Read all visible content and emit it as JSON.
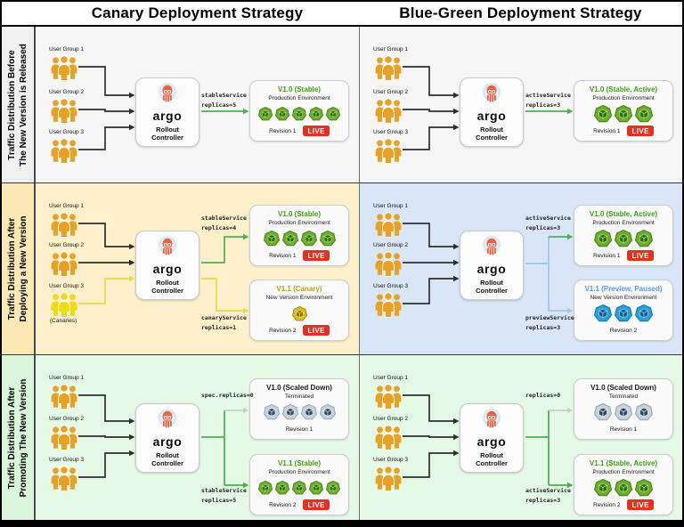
{
  "header": {
    "canary_title": "Canary Deployment Strategy",
    "bluegreen_title": "Blue-Green Deployment Strategy"
  },
  "colors": {
    "live_badge_bg": "#e5311f",
    "argo_orange": "#f0603e",
    "argo_halo_outer": "#d3e9f8",
    "argo_halo_inner": "#eaf5fc",
    "arrow_black": "#2e2e2e",
    "arrow_green": "#4caf50",
    "arrow_yellow": "#eed54e",
    "arrow_pale_blue": "#a3c4ea",
    "arrow_gray": "#c7d0c7"
  },
  "pod_styles": {
    "green": {
      "body": "#6ab02b",
      "edge": "#4a8314",
      "cube": "#2e6d10",
      "hilite": "#bce393"
    },
    "yellow": {
      "body": "#ddbb1e",
      "edge": "#a8880e",
      "cube": "#8a7208",
      "hilite": "#f2e28a"
    },
    "blue": {
      "body": "#2b9fd8",
      "edge": "#1878ad",
      "cube": "#0f5d8c",
      "hilite": "#a6daf2"
    },
    "gray": {
      "body": "#c6d3de",
      "edge": "#93a7b7",
      "cube": "#32485c",
      "hilite": "#e9f1f6"
    }
  },
  "rows": [
    {
      "label_line1": "Traffic Distribution Before",
      "label_line2": "The New Version is Released",
      "label_bg": "#f0f0f0",
      "cells": [
        {
          "bg": "#f6f6f6",
          "groups": [
            {
              "label": "User Group 1",
              "sublabel": "",
              "color": "#e8a124",
              "arrow": "#2e2e2e"
            },
            {
              "label": "User Group 2",
              "sublabel": "",
              "color": "#e8a124",
              "arrow": "#2e2e2e"
            },
            {
              "label": "User Group 3",
              "sublabel": "",
              "color": "#e8a124",
              "arrow": "#2e2e2e"
            }
          ],
          "controller": {
            "brand": "argo",
            "line1": "Rollout",
            "line2": "Controller"
          },
          "targets": [
            {
              "label_line1": "stableService",
              "label_line2": "replicas=5",
              "arrow": "#4caf50",
              "env": {
                "title": "V1.0 (Stable)",
                "title_color": "#3ca212",
                "subtitle": "Production Environment",
                "pods": 5,
                "pod_style": "green",
                "revision": "Revision 1",
                "live": "LIVE"
              }
            }
          ]
        },
        {
          "bg": "#f6f6f6",
          "groups": [
            {
              "label": "User Group 1",
              "sublabel": "",
              "color": "#e8a124",
              "arrow": "#2e2e2e"
            },
            {
              "label": "User Group 2",
              "sublabel": "",
              "color": "#e8a124",
              "arrow": "#2e2e2e"
            },
            {
              "label": "User Group 3",
              "sublabel": "",
              "color": "#e8a124",
              "arrow": "#2e2e2e"
            }
          ],
          "controller": {
            "brand": "argo",
            "line1": "Rollout",
            "line2": "Controller"
          },
          "targets": [
            {
              "label_line1": "activeService",
              "label_line2": "replicas=3",
              "arrow": "#4caf50",
              "env": {
                "title": "V1.0 (Stable, Active)",
                "title_color": "#3ca212",
                "subtitle": "Production Environment",
                "pods": 3,
                "pod_style": "green",
                "revision": "Revision 1",
                "live": "LIVE"
              }
            }
          ]
        }
      ]
    },
    {
      "label_line1": "Traffic Distribution After",
      "label_line2": "Deploying a New Version",
      "label_bg": "#fbe9b5",
      "cells": [
        {
          "bg": "#fdf0cb",
          "groups": [
            {
              "label": "User Group 1",
              "sublabel": "",
              "color": "#e8a124",
              "arrow": "#2e2e2e"
            },
            {
              "label": "User Group 2",
              "sublabel": "",
              "color": "#e8a124",
              "arrow": "#2e2e2e"
            },
            {
              "label": "User Group 3",
              "sublabel": "(Canaries)",
              "color": "#f2d912",
              "arrow": "#eed54e"
            }
          ],
          "controller": {
            "brand": "argo",
            "line1": "Rollout",
            "line2": "Controller"
          },
          "targets": [
            {
              "label_line1": "stableService",
              "label_line2": "replicas=4",
              "arrow": "#4caf50",
              "env": {
                "title": "V1.0 (Stable)",
                "title_color": "#3ca212",
                "subtitle": "Production Environment",
                "pods": 4,
                "pod_style": "green",
                "revision": "Revision 1",
                "live": "LIVE"
              }
            },
            {
              "label_line1": "canaryService",
              "label_line2": "replicas=1",
              "arrow": "#eed54e",
              "env": {
                "title": "V1.1 (Canary)",
                "title_color": "#b3a20d",
                "subtitle": "New Version Environment",
                "pods": 1,
                "pod_style": "yellow",
                "revision": "Revision 2",
                "live": "LIVE"
              }
            }
          ]
        },
        {
          "bg": "#d8e6f8",
          "trunk": "#a3c4ea",
          "groups": [
            {
              "label": "User Group 1",
              "sublabel": "",
              "color": "#e8a124",
              "arrow": "#2e2e2e"
            },
            {
              "label": "User Group 2",
              "sublabel": "",
              "color": "#e8a124",
              "arrow": "#2e2e2e"
            },
            {
              "label": "User Group 3",
              "sublabel": "",
              "color": "#e8a124",
              "arrow": "#2e2e2e"
            }
          ],
          "controller": {
            "brand": "argo",
            "line1": "Rollout",
            "line2": "Controller"
          },
          "targets": [
            {
              "label_line1": "activeService",
              "label_line2": "replicas=3",
              "arrow": "#4caf50",
              "env": {
                "title": "V1.0 (Stable, Active)",
                "title_color": "#3ca212",
                "subtitle": "Production Environment",
                "pods": 3,
                "pod_style": "green",
                "revision": "Revision 1",
                "live": "LIVE"
              }
            },
            {
              "label_line1": "previewService",
              "label_line2": "replicas=3",
              "arrow": "#a3c4ea",
              "env": {
                "title": "V1.1 (Preview, Paused)",
                "title_color": "#5b9ce6",
                "subtitle": "New Version Environment",
                "pods": 3,
                "pod_style": "blue",
                "revision": "Revision 2",
                "live": ""
              }
            }
          ]
        }
      ]
    },
    {
      "label_line1": "Traffic Distribution After",
      "label_line2": "Promoting The New Version",
      "label_bg": "#d9f6db",
      "cells": [
        {
          "bg": "#e4fae6",
          "trunk": "#4caf50",
          "groups": [
            {
              "label": "User Group 1",
              "sublabel": "",
              "color": "#e8a124",
              "arrow": "#2e2e2e"
            },
            {
              "label": "User Group 2",
              "sublabel": "",
              "color": "#e8a124",
              "arrow": "#2e2e2e"
            },
            {
              "label": "User Group 3",
              "sublabel": "",
              "color": "#e8a124",
              "arrow": "#2e2e2e"
            }
          ],
          "controller": {
            "brand": "argo",
            "line1": "Rollout",
            "line2": "Controller"
          },
          "targets": [
            {
              "label_line1": "spec.replicas=0",
              "label_line2": "",
              "arrow": "#c7d0c7",
              "env": {
                "title": "V1.0 (Scaled Down)",
                "title_color": "#1a1a1a",
                "subtitle": "Terminated",
                "pods": 4,
                "pod_style": "gray",
                "revision": "Revision 1",
                "live": ""
              }
            },
            {
              "label_line1": "stableService",
              "label_line2": "replicas=5",
              "arrow": "#4caf50",
              "env": {
                "title": "V1.1 (Stable)",
                "title_color": "#3ca212",
                "subtitle": "Production Environment",
                "pods": 5,
                "pod_style": "green",
                "revision": "Revision 2",
                "live": "LIVE"
              }
            }
          ]
        },
        {
          "bg": "#e4fae6",
          "trunk": "#4caf50",
          "groups": [
            {
              "label": "User Group 1",
              "sublabel": "",
              "color": "#e8a124",
              "arrow": "#2e2e2e"
            },
            {
              "label": "User Group 2",
              "sublabel": "",
              "color": "#e8a124",
              "arrow": "#2e2e2e"
            },
            {
              "label": "User Group 3",
              "sublabel": "",
              "color": "#e8a124",
              "arrow": "#2e2e2e"
            }
          ],
          "controller": {
            "brand": "argo",
            "line1": "Rollout",
            "line2": "Controller"
          },
          "targets": [
            {
              "label_line1": "replicas=0",
              "label_line2": "",
              "arrow": "#c7d0c7",
              "env": {
                "title": "V1.0 (Scaled Down)",
                "title_color": "#1a1a1a",
                "subtitle": "Terminated",
                "pods": 3,
                "pod_style": "gray",
                "revision": "Revision 1",
                "live": ""
              }
            },
            {
              "label_line1": "activeService",
              "label_line2": "replicas=3",
              "arrow": "#4caf50",
              "env": {
                "title": "V1.1 (Stable, Active)",
                "title_color": "#3ca212",
                "subtitle": "Production Environment",
                "pods": 3,
                "pod_style": "green",
                "revision": "Revision 2",
                "live": "LIVE"
              }
            }
          ]
        }
      ]
    }
  ]
}
